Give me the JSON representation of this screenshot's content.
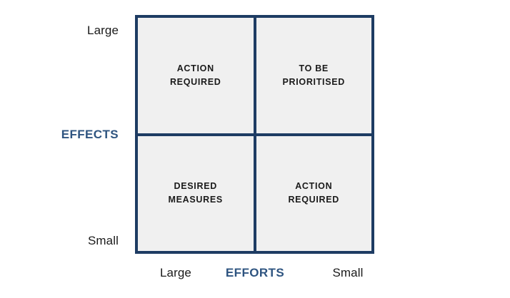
{
  "chart_data": {
    "type": "heatmap",
    "title": "",
    "xlabel": "EFFORTS",
    "ylabel": "EFFECTS",
    "x_categories": [
      "Large",
      "Small"
    ],
    "y_categories": [
      "Large",
      "Small"
    ],
    "grid": true,
    "legend": "none",
    "cells": [
      {
        "row": "Large",
        "col": "Large",
        "label": "ACTION\nREQUIRED"
      },
      {
        "row": "Large",
        "col": "Small",
        "label": "TO BE\nPRIORITISED"
      },
      {
        "row": "Small",
        "col": "Large",
        "label": "DESIRED\nMEASURES"
      },
      {
        "row": "Small",
        "col": "Small",
        "label": "ACTION\nREQUIRED"
      }
    ],
    "colors": {
      "border": "#1e3c63",
      "cell_fill": "#f0f0f0",
      "axis_title": "#2e5480",
      "tick_text": "#1a1a1a",
      "background": "#ffffff"
    }
  },
  "axes": {
    "vertical": {
      "title": "EFFECTS",
      "top_tick": "Large",
      "bottom_tick": "Small"
    },
    "horizontal": {
      "title": "EFFORTS",
      "left_tick": "Large",
      "right_tick": "Small"
    }
  },
  "quadrants": {
    "top_left": "ACTION\nREQUIRED",
    "top_right": "TO BE\nPRIORITISED",
    "bottom_left": "DESIRED\nMEASURES",
    "bottom_right": "ACTION\nREQUIRED"
  }
}
